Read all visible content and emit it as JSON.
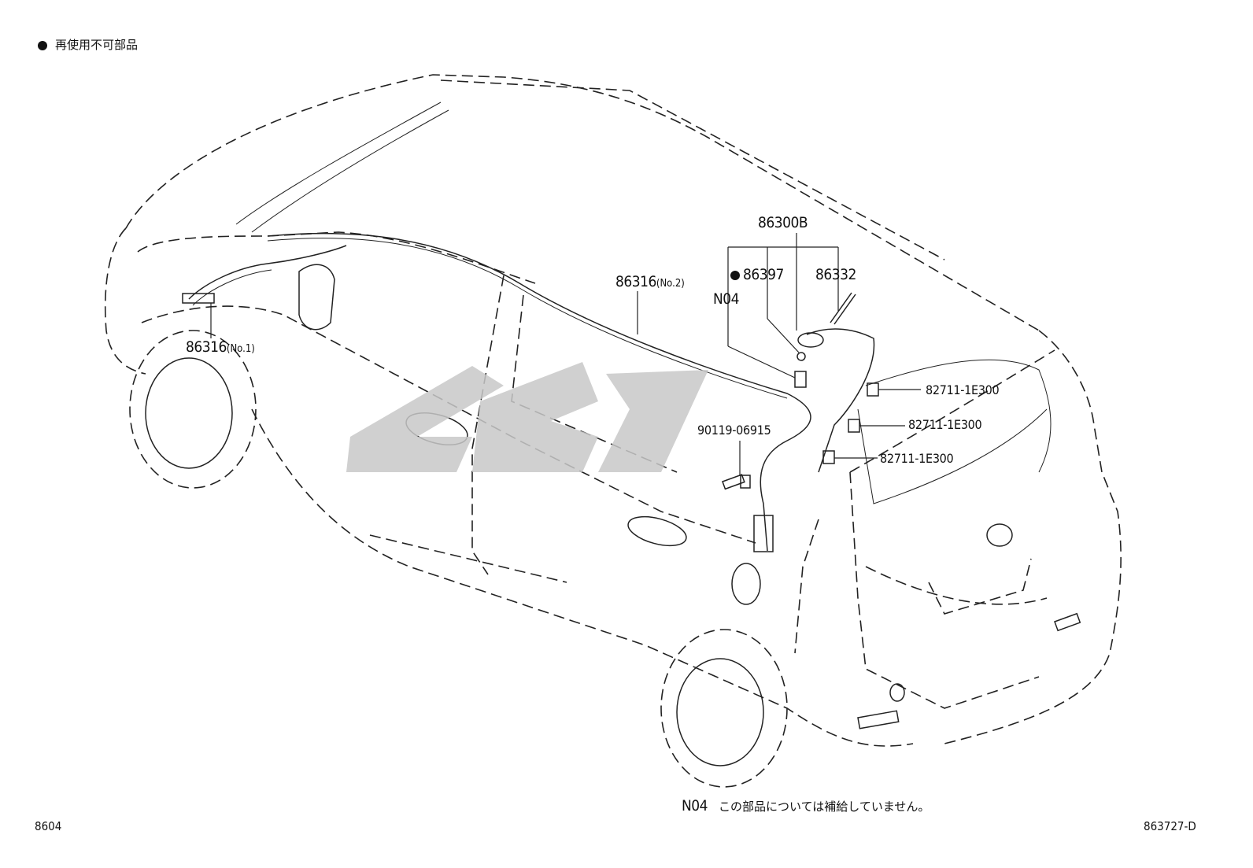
{
  "legend": {
    "text": "再使用不可部品"
  },
  "parts": {
    "p86300B": "86300B",
    "p86397": "86397",
    "p86332": "86332",
    "n04_ref": "N04",
    "p86316_no2": "86316",
    "p86316_no2_suffix": "(No.2)",
    "p86316_no1": "86316",
    "p86316_no1_suffix": "(No.1)",
    "p90119": "90119-06915",
    "p82711_a": "82711-1E300",
    "p82711_b": "82711-1E300",
    "p82711_c": "82711-1E300"
  },
  "note": {
    "code": "N04",
    "text": "この部品については補給していません。"
  },
  "footer": {
    "left": "8604",
    "right": "863727-D"
  }
}
